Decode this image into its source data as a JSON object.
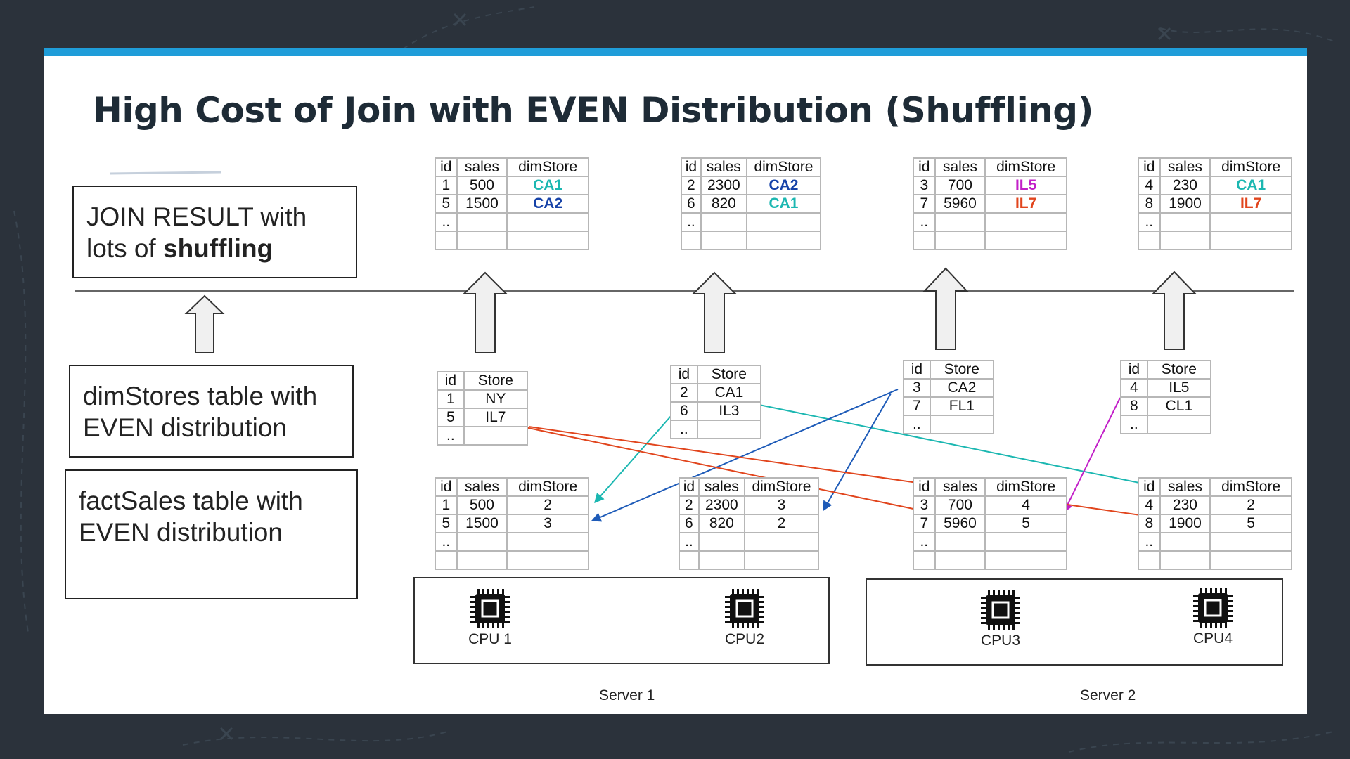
{
  "title": "High Cost of Join with EVEN Distribution (Shuffling)",
  "colors": {
    "accent": "#1f9dd9",
    "background": "#2b323b",
    "teal": "#1bb7b1",
    "blue": "#1642a8",
    "magenta": "#c21fc8",
    "red": "#e1451d"
  },
  "labels": {
    "join_result": {
      "line1": "JOIN RESULT  with",
      "line2_prefix": "lots of ",
      "line2_bold": "shuffling"
    },
    "dim_stores": {
      "line1": "dimStores table with",
      "line2": "EVEN distribution"
    },
    "fact_sales": {
      "line1": "factSales table with",
      "line2": "EVEN distribution"
    }
  },
  "result_tables": [
    {
      "headers": [
        "id",
        "sales",
        "dimStore"
      ],
      "rows": [
        [
          "1",
          "500",
          "CA1"
        ],
        [
          "5",
          "1500",
          "CA2"
        ],
        [
          "..",
          "",
          ""
        ],
        [
          "",
          "",
          ""
        ]
      ],
      "store_colors": [
        "teal",
        "blue",
        "",
        ""
      ]
    },
    {
      "headers": [
        "id",
        "sales",
        "dimStore"
      ],
      "rows": [
        [
          "2",
          "2300",
          "CA2"
        ],
        [
          "6",
          "820",
          "CA1"
        ],
        [
          "..",
          "",
          ""
        ],
        [
          "",
          "",
          ""
        ]
      ],
      "store_colors": [
        "blue",
        "teal",
        "",
        ""
      ]
    },
    {
      "headers": [
        "id",
        "sales",
        "dimStore"
      ],
      "rows": [
        [
          "3",
          "700",
          "IL5"
        ],
        [
          "7",
          "5960",
          "IL7"
        ],
        [
          "..",
          "",
          ""
        ],
        [
          "",
          "",
          ""
        ]
      ],
      "store_colors": [
        "mag",
        "red",
        "",
        ""
      ]
    },
    {
      "headers": [
        "id",
        "sales",
        "dimStore"
      ],
      "rows": [
        [
          "4",
          "230",
          "CA1"
        ],
        [
          "8",
          "1900",
          "IL7"
        ],
        [
          "..",
          "",
          ""
        ],
        [
          "",
          "",
          ""
        ]
      ],
      "store_colors": [
        "teal",
        "red",
        "",
        ""
      ]
    }
  ],
  "dim_tables": [
    {
      "headers": [
        "id",
        "Store"
      ],
      "rows": [
        [
          "1",
          "NY"
        ],
        [
          "5",
          "IL7"
        ],
        [
          "..",
          ""
        ]
      ]
    },
    {
      "headers": [
        "id",
        "Store"
      ],
      "rows": [
        [
          "2",
          "CA1"
        ],
        [
          "6",
          "IL3"
        ],
        [
          "..",
          ""
        ]
      ]
    },
    {
      "headers": [
        "id",
        "Store"
      ],
      "rows": [
        [
          "3",
          "CA2"
        ],
        [
          "7",
          "FL1"
        ],
        [
          "..",
          ""
        ]
      ]
    },
    {
      "headers": [
        "id",
        "Store"
      ],
      "rows": [
        [
          "4",
          "IL5"
        ],
        [
          "8",
          "CL1"
        ],
        [
          "..",
          ""
        ]
      ]
    }
  ],
  "fact_tables": [
    {
      "headers": [
        "id",
        "sales",
        "dimStore"
      ],
      "rows": [
        [
          "1",
          "500",
          "2"
        ],
        [
          "5",
          "1500",
          "3"
        ],
        [
          "..",
          "",
          ""
        ],
        [
          "",
          "",
          ""
        ]
      ]
    },
    {
      "headers": [
        "id",
        "sales",
        "dimStore"
      ],
      "rows": [
        [
          "2",
          "2300",
          "3"
        ],
        [
          "6",
          "820",
          "2"
        ],
        [
          "..",
          "",
          ""
        ],
        [
          "",
          "",
          ""
        ]
      ]
    },
    {
      "headers": [
        "id",
        "sales",
        "dimStore"
      ],
      "rows": [
        [
          "3",
          "700",
          "4"
        ],
        [
          "7",
          "5960",
          "5"
        ],
        [
          "..",
          "",
          ""
        ],
        [
          "",
          "",
          ""
        ]
      ]
    },
    {
      "headers": [
        "id",
        "sales",
        "dimStore"
      ],
      "rows": [
        [
          "4",
          "230",
          "2"
        ],
        [
          "8",
          "1900",
          "5"
        ],
        [
          "..",
          "",
          ""
        ],
        [
          "",
          "",
          ""
        ]
      ]
    }
  ],
  "cpus": [
    "CPU 1",
    "CPU2",
    "CPU3",
    "CPU4"
  ],
  "servers": [
    "Server 1",
    "Server 2"
  ]
}
